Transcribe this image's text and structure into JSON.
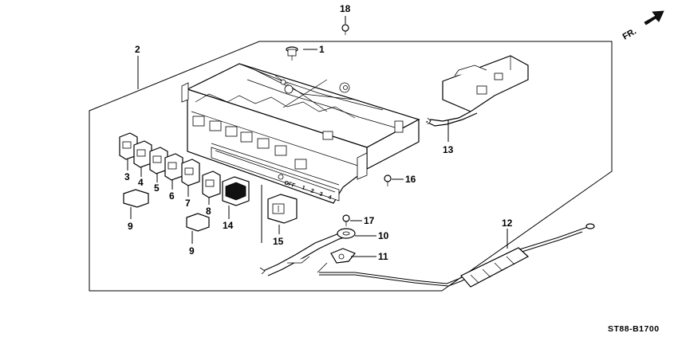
{
  "diagram": {
    "callouts": [
      "1",
      "2",
      "3",
      "4",
      "5",
      "6",
      "7",
      "8",
      "9",
      "9",
      "10",
      "11",
      "12",
      "13",
      "14",
      "15",
      "16",
      "17",
      "18"
    ],
    "direction_label": "FR.",
    "panel_markings": [
      "OFF",
      "1",
      "2",
      "3",
      "4"
    ],
    "diagram_code": "ST88-B1700",
    "parts": {
      "control_unit": "heater-control-unit",
      "switches": [
        "switch-3",
        "switch-4",
        "switch-5",
        "switch-6",
        "switch-7",
        "switch-8",
        "switch-14",
        "switch-15"
      ],
      "knobs": [
        "knob-9-upper",
        "knob-9-lower"
      ],
      "lever": "lever-10",
      "clamp": "clamp-11",
      "cable": "cable-12",
      "bracket": "bracket-13",
      "screws": [
        "screw-1",
        "screw-16",
        "screw-17",
        "screw-18"
      ]
    }
  }
}
